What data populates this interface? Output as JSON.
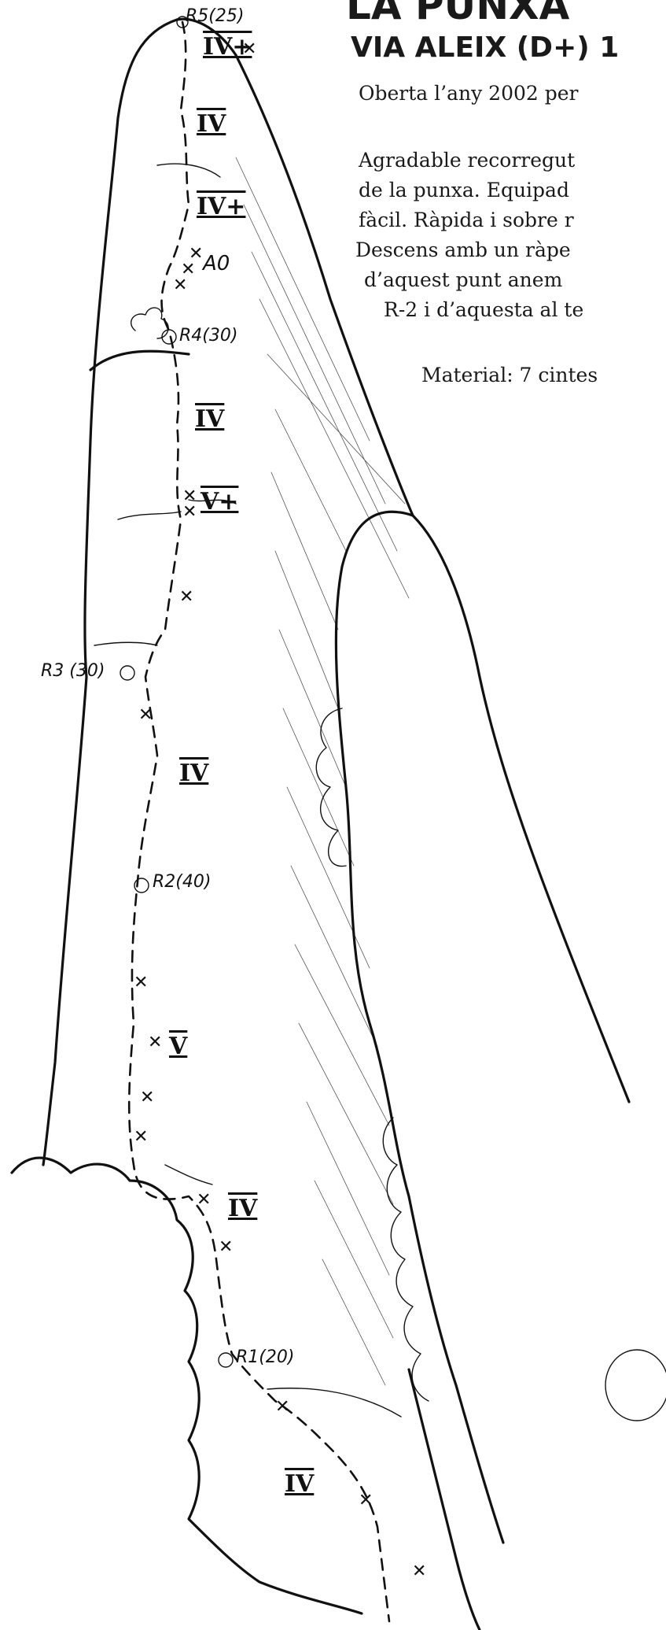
{
  "header": {
    "title": "LA PUNXA",
    "subtitle": "VIA ALEIX (D+) 1"
  },
  "info": {
    "opened": "Oberta l’any 2002 per",
    "description_lines": [
      "Agradable recorregut",
      "de la punxa. Equipad",
      "fàcil. Ràpida i sobre r",
      "Descens amb un ràpe",
      "d’aquest punt anem",
      "R-2 i d’aquesta al te"
    ],
    "material": "Material: 7 cintes"
  },
  "topo": {
    "belays": {
      "r5": "R5(25)",
      "r4": "R4(30)",
      "r3": "R3 (30)",
      "r2": "R2(40)",
      "r1": "R1(20)"
    },
    "grades": {
      "g1": "IV+",
      "g2": "IV",
      "g3": "IV+",
      "g4": "A0",
      "g5": "IV",
      "g6": "V+",
      "g7": "IV",
      "g8": "V",
      "g9": "IV",
      "g10": "IV"
    }
  }
}
